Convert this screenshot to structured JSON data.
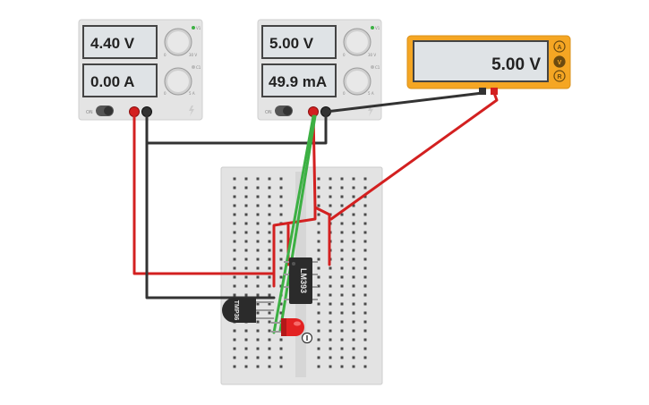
{
  "supply1": {
    "voltage": "4.40 V",
    "current": "0.00 A",
    "on_label": "ON",
    "knob_v": {
      "label_v": "V1",
      "min": "0",
      "max": "30 V"
    },
    "knob_c": {
      "label_c": "C1",
      "min": "0",
      "max": "5 A"
    }
  },
  "supply2": {
    "voltage": "5.00 V",
    "current": "49.9 mA",
    "on_label": "ON",
    "knob_v": {
      "label_v": "V1",
      "min": "0",
      "max": "30 V"
    },
    "knob_c": {
      "label_c": "C1",
      "min": "0",
      "max": "5 A"
    }
  },
  "multimeter": {
    "reading": "5.00 V",
    "mode_a": "A",
    "mode_v": "V",
    "mode_r": "R"
  },
  "components": {
    "comparator_label": "LM393",
    "sensor_label": "TMP36"
  },
  "colors": {
    "wire_red": "#d32020",
    "wire_black": "#333333",
    "wire_green": "#3cb043",
    "multimeter_body": "#f5a623",
    "led_red": "#e32222"
  }
}
